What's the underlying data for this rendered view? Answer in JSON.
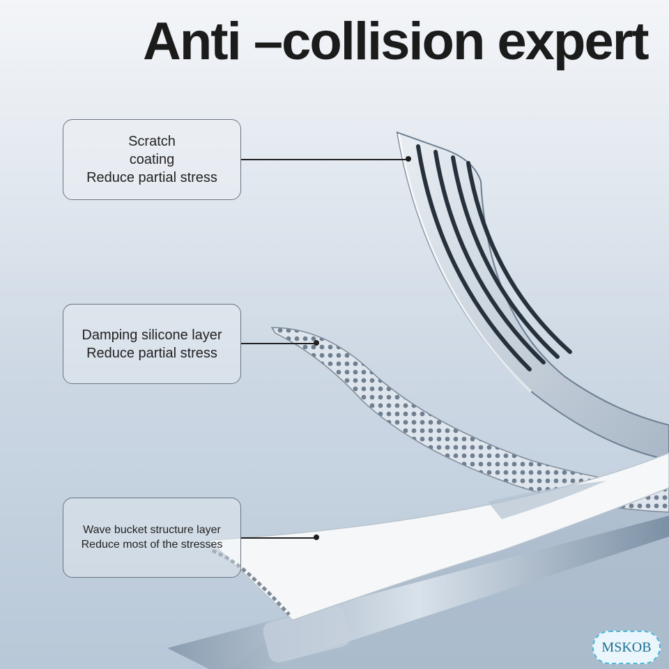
{
  "headline": "Anti –collision expert",
  "callouts": [
    {
      "lines": [
        "Scratch",
        "coating",
        "Reduce partial stress"
      ]
    },
    {
      "lines": [
        "Damping silicone layer",
        "Reduce partial stress"
      ]
    },
    {
      "lines": [
        "Wave bucket structure layer",
        "Reduce most of the stresses"
      ]
    }
  ],
  "watermark": "MSKOB",
  "colors": {
    "headline": "#1b1b1b",
    "callout_border": "#6a7480",
    "watermark_border": "#4eb7da",
    "watermark_text": "#1b6f93"
  }
}
